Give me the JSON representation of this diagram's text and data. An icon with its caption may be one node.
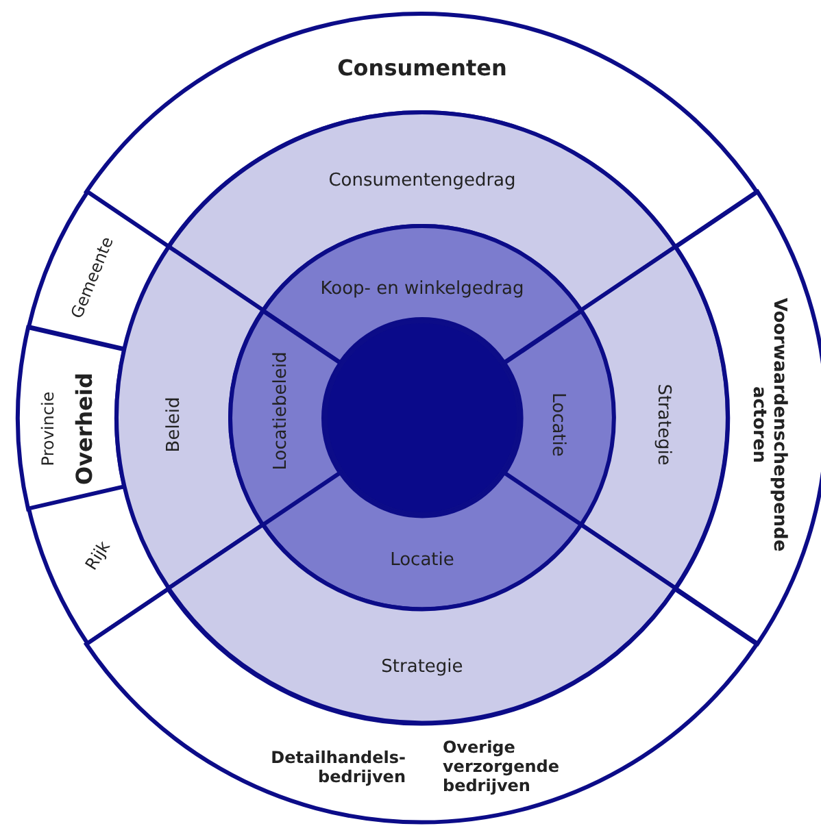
{
  "diagram": {
    "nodes": [
      {
        "text": [
          "Consumenten"
        ]
      },
      {
        "text": [
          "Consumentengedrag"
        ]
      },
      {
        "text": [
          "Koop- en winkelgedrag"
        ]
      },
      {
        "text": [
          "Gemeente"
        ]
      },
      {
        "text": [
          "Provincie",
          "Overheid"
        ]
      },
      {
        "text": [
          "Rijk"
        ]
      },
      {
        "text": [
          "Beleid"
        ]
      },
      {
        "text": [
          "Locatiebeleid"
        ]
      },
      {
        "text": [],
        "shape": "circle"
      },
      {
        "text": [
          "Locatie"
        ]
      },
      {
        "text": [
          "Strategie"
        ]
      },
      {
        "text": [
          "Voorwaardenscheppende actoren"
        ]
      },
      {
        "text": [
          "Locatie"
        ]
      },
      {
        "text": [
          "Strategie"
        ]
      },
      {
        "text": [
          "Detailhandels- bedrijven",
          "Overige verzorgende bedrijven"
        ]
      }
    ],
    "edges": []
  }
}
